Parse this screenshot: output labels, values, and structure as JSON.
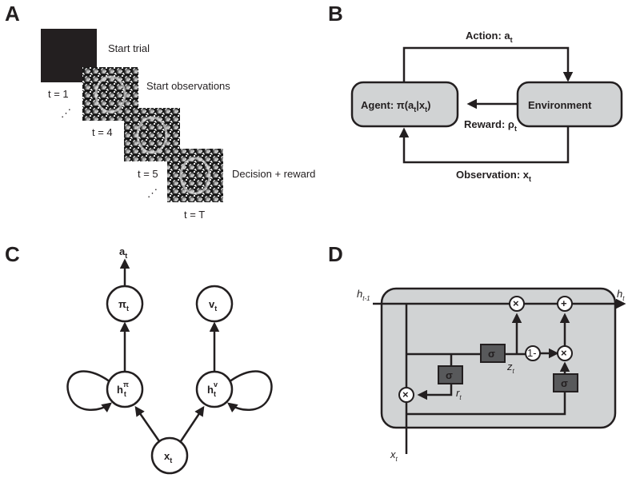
{
  "panels": {
    "a": {
      "letter": "A",
      "labels": [
        "Start trial",
        "Start observations",
        "Decision + reward"
      ],
      "times": [
        "t = 1",
        "t = 4",
        "t = 5",
        "t = T"
      ],
      "ellipsis": "⋰"
    },
    "b": {
      "letter": "B",
      "action_label": "Action: a",
      "action_sub": "t",
      "reward_label": "Reward: ρ",
      "reward_sub": "t",
      "observation_label": "Observation: x",
      "observation_sub": "t",
      "agent_pre": "Agent: π(a",
      "agent_sub1": "t",
      "agent_mid": "|x",
      "agent_sub2": "t",
      "agent_post": ")",
      "environment": "Environment"
    },
    "c": {
      "letter": "C",
      "a_t": "a",
      "pi_t": "π",
      "v_t": "v",
      "h_pi": "h",
      "h_pi_sup": "π",
      "h_v": "h",
      "h_v_sup": "v",
      "x_t": "x",
      "sub": "t"
    },
    "d": {
      "letter": "D",
      "h_prev": "h",
      "h_prev_sub": "t-1",
      "h_t": "h",
      "h_t_sub": "t",
      "x_t": "x",
      "x_t_sub": "t",
      "z_t": "z",
      "z_t_sub": "t",
      "r_t": "r",
      "r_t_sub": "t",
      "sigma": "σ",
      "times": "×",
      "plus": "+",
      "one_minus": "1-"
    }
  },
  "colors": {
    "ink": "#231f20",
    "box_fill": "#d1d3d4",
    "gate_fill": "#58595b",
    "black_frame": "#231f20"
  }
}
